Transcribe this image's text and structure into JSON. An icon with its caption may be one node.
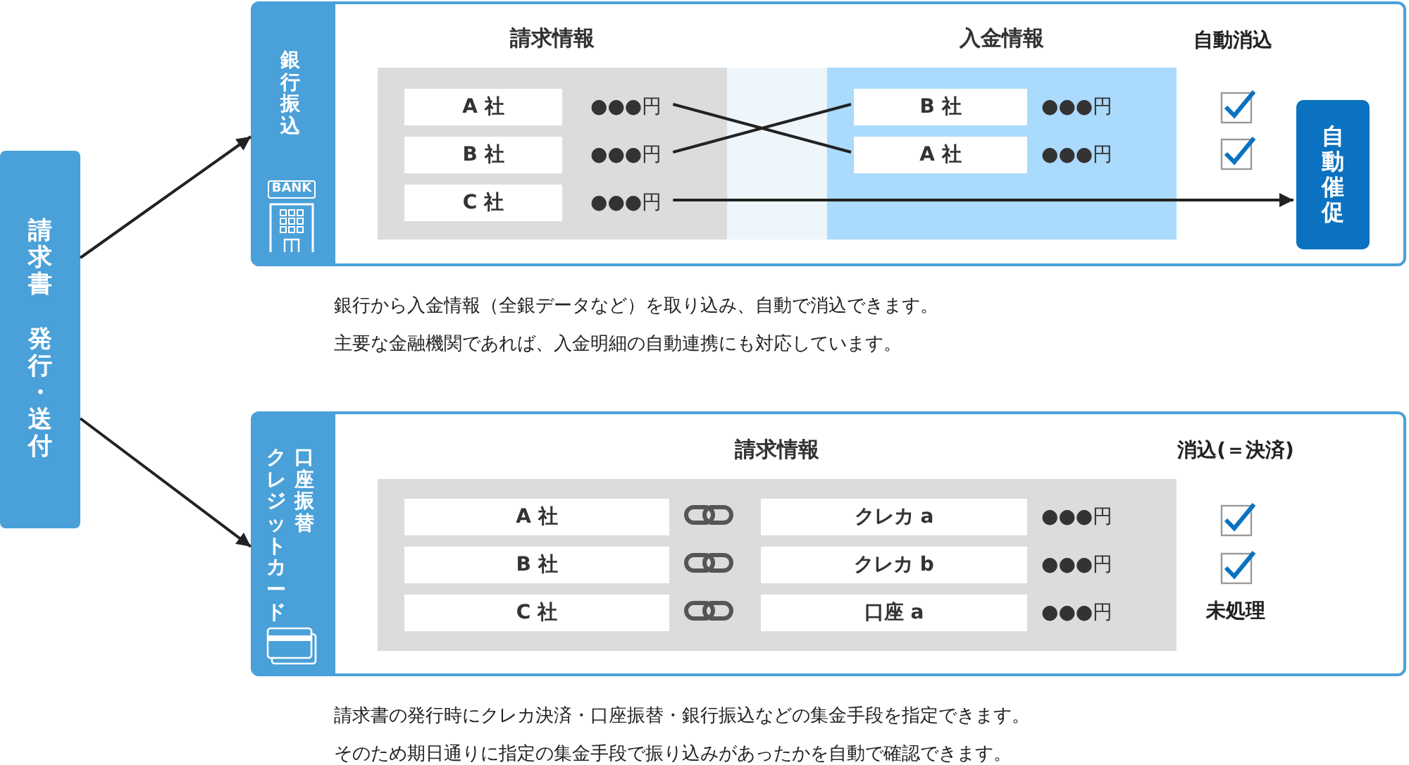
{
  "diagram": {
    "nodes": [
      {
        "text": [
          "請求書",
          "発行・送付"
        ]
      },
      {
        "text": [
          "銀行振込"
        ]
      },
      {
        "text": [
          "請求情報"
        ],
        "in": 1
      },
      {
        "text": [
          "A 社"
        ],
        "in": 2,
        "beside": [
          "●●●円"
        ]
      },
      {
        "text": [
          "B 社"
        ],
        "in": 2,
        "beside": [
          "●●●円"
        ]
      },
      {
        "text": [
          "C 社"
        ],
        "in": 2,
        "beside": [
          "●●●円"
        ]
      },
      {
        "text": [
          "入金情報"
        ],
        "in": 1
      },
      {
        "text": [
          "B 社"
        ],
        "in": 6,
        "beside": [
          "●●●円"
        ]
      },
      {
        "text": [
          "A 社"
        ],
        "in": 6,
        "beside": [
          "●●●円"
        ]
      },
      {
        "text": [
          "自動催促"
        ],
        "in": 1
      },
      {
        "text": [
          "クレジットカード",
          "口座振替"
        ]
      },
      {
        "text": [
          "請求情報"
        ],
        "in": 10
      },
      {
        "text": [
          "A 社"
        ],
        "in": 11
      },
      {
        "text": [
          "B 社"
        ],
        "in": 11
      },
      {
        "text": [
          "C 社"
        ],
        "in": 11
      },
      {
        "text": [
          "クレカ a"
        ],
        "in": 11,
        "beside": [
          "●●●円"
        ]
      },
      {
        "text": [
          "クレカ b"
        ],
        "in": 11,
        "beside": [
          "●●●円"
        ]
      },
      {
        "text": [
          "口座 a"
        ],
        "in": 11,
        "beside": [
          "●●●円"
        ]
      }
    ],
    "edges": [
      {
        "from": 0,
        "to": 1,
        "arrow": "to"
      },
      {
        "from": 0,
        "to": 10,
        "arrow": "to"
      },
      {
        "from": 3,
        "to": 8,
        "arrow": "none"
      },
      {
        "from": 4,
        "to": 7,
        "arrow": "none"
      },
      {
        "from": 5,
        "to": 9,
        "arrow": "to"
      }
    ],
    "labels": [
      "BANK",
      "自動消込",
      "銀行から入金情報（全銀データなど）を取り込み、自動で消込できます。",
      "主要な金融機関であれば、入金明細の自動連携にも対応しています。",
      "消込(＝決済)",
      "未処理",
      "請求書の発行時にクレカ決済・口座振替・銀行振込などの集金手段を指定できます。",
      "そのため期日通りに指定の集金手段で振り込みがあったかを自動で確認できます。"
    ]
  }
}
